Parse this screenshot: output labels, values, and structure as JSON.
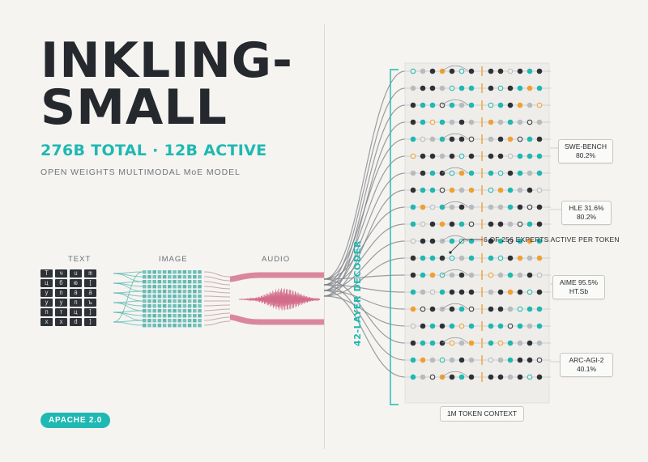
{
  "title": {
    "line1": "INKLING-",
    "line2": "SMALL"
  },
  "subtitle": "276B TOTAL · 12B ACTIVE",
  "tagline": "OPEN WEIGHTS MULTIMODAL MoE MODEL",
  "modalities": {
    "text": "TEXT",
    "image": "IMAGE",
    "audio": "AUDIO"
  },
  "text_glyphs": [
    [
      "T",
      "ч",
      "u",
      "m"
    ],
    [
      "ц",
      "б",
      "ю",
      "["
    ],
    [
      "y",
      "n",
      "ä",
      "ä"
    ],
    [
      "y",
      "y",
      "п",
      "ъ"
    ],
    [
      "п",
      "т",
      "ц",
      "]"
    ],
    [
      "x",
      "х",
      "d",
      "]"
    ]
  ],
  "license": "APACHE 2.0",
  "decoder_label": "42-LAYER DECODER",
  "experts_note": "6 OF 256 EXPERTS ACTIVE PER TOKEN",
  "context_label": "1M TOKEN CONTEXT",
  "benchmarks": [
    {
      "line1": "SWE-BENCH",
      "line2": "80.2%"
    },
    {
      "line1": "HLE 31.6%",
      "line2": "80.2%"
    },
    {
      "line1": "AIME 95.5%",
      "line2": "HT.Sb"
    },
    {
      "line1": "ARC-AGI-2",
      "line2": "40.1%"
    }
  ],
  "colors": {
    "teal": "#1fb8b2",
    "orange": "#f0a030",
    "dark": "#2e3236",
    "gray": "#b8bbbe",
    "audio_pink": "#d36b8a",
    "image_teal": "#4fb3ac"
  }
}
